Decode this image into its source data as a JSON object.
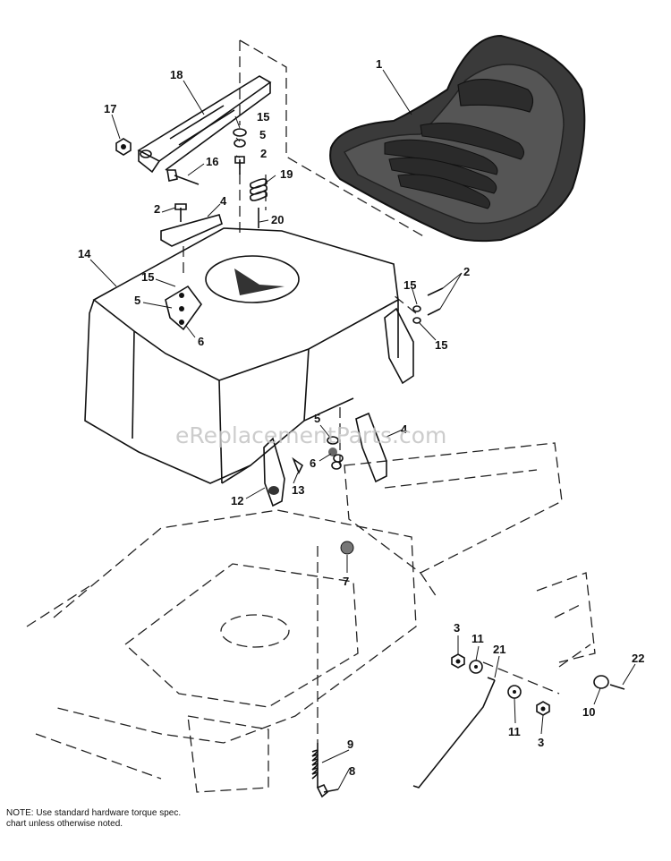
{
  "watermark": "eReplacementParts.com",
  "note": "NOTE: Use standard hardware torque spec. chart unless otherwise noted.",
  "callouts": {
    "seat": "1",
    "bolt_2_top": "2",
    "bolt_2_left": "2",
    "bolt_2_right": "2",
    "nut_3_left": "3",
    "nut_3_right": "3",
    "bracket_4_left": "4",
    "bracket_4_right": "4",
    "washer_5_top": "5",
    "washer_5_left": "5",
    "washer_5_mid": "5",
    "nut_6_left": "6",
    "nut_6_mid": "6",
    "nut_7": "7",
    "bolt_8": "8",
    "spring_9": "9",
    "washer_10": "10",
    "washer_11_left": "11",
    "washer_11_right": "11",
    "latch_12": "12",
    "screw_13": "13",
    "seat_pan_14": "14",
    "washer_15_top": "15",
    "washer_15_left": "15",
    "washer_15_right_a": "15",
    "washer_15_right_b": "15",
    "nut_16": "16",
    "nut_17": "17",
    "slide_rail_18": "18",
    "spring_19": "19",
    "pin_20": "20",
    "rod_21": "21",
    "bolt_22": "22"
  }
}
